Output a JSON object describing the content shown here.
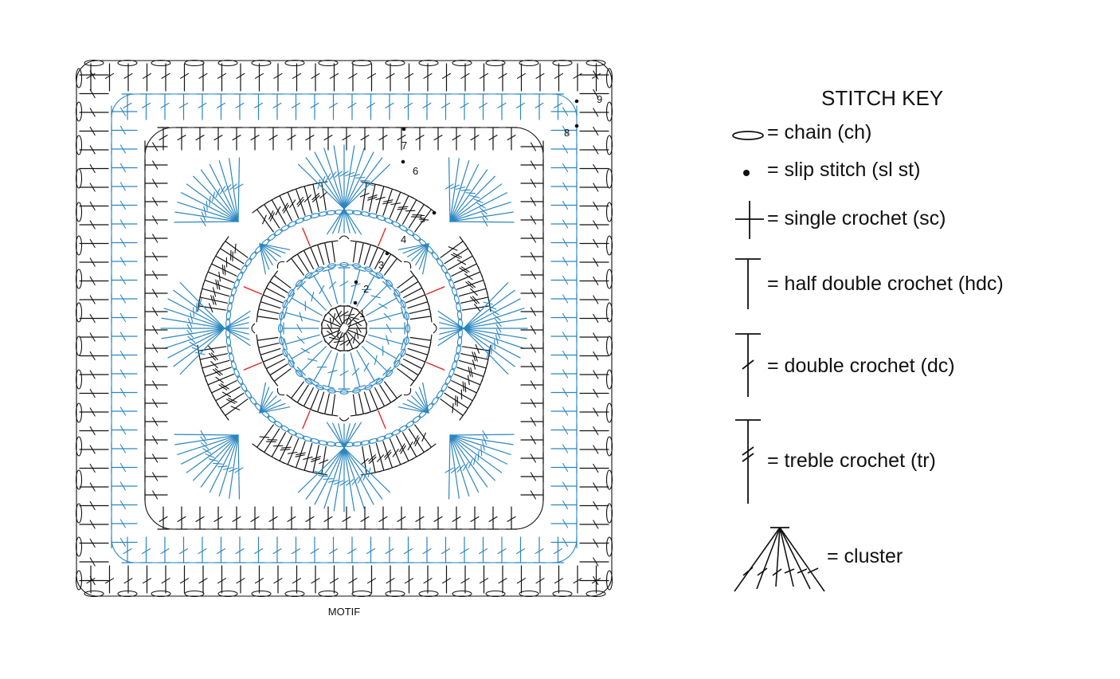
{
  "diagram": {
    "caption": "MOTIF",
    "round_numbers": [
      "1",
      "2",
      "3",
      "4",
      "5",
      "6",
      "7",
      "8",
      "9"
    ],
    "colors": {
      "round_a": "#111111",
      "round_b": "#2b86c0",
      "join": "#e02a2a"
    }
  },
  "stitch_key": {
    "title": "STITCH KEY",
    "items": [
      {
        "icon": "chain-icon",
        "text": "= chain (ch)"
      },
      {
        "icon": "slip-stitch-icon",
        "text": "= slip stitch (sl st)"
      },
      {
        "icon": "single-crochet-icon",
        "text": "= single crochet (sc)"
      },
      {
        "icon": "half-double-crochet-icon",
        "text": "= half double crochet (hdc)"
      },
      {
        "icon": "double-crochet-icon",
        "text": "= double crochet (dc)"
      },
      {
        "icon": "treble-crochet-icon",
        "text": "= treble crochet (tr)"
      },
      {
        "icon": "cluster-icon",
        "text": "= cluster"
      }
    ]
  }
}
